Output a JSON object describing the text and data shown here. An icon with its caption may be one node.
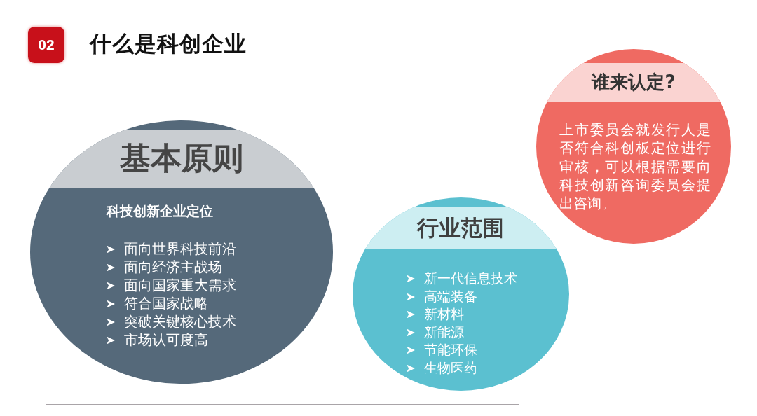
{
  "diagram": {
    "title": "什么是科创企业",
    "nodes": [
      {
        "text": [
          "02"
        ]
      },
      {
        "text": [
          "基本原则",
          "科技创新企业定位",
          "面向世界科技前沿",
          "面向经济主战场",
          "面向国家重大需求",
          "符合国家战略",
          "突破关键核心技术",
          "市场认可度高"
        ]
      },
      {
        "text": [
          "行业范围",
          "新一代信息技术",
          "高端装备",
          "新材料",
          "新能源",
          "节能环保",
          "生物医药"
        ]
      },
      {
        "text": [
          "谁来认定?",
          "上市委员会就发行人是否符合科创板定位进行审核，可以根据需要向科技创新咨询委员会提出咨询。"
        ]
      }
    ]
  }
}
